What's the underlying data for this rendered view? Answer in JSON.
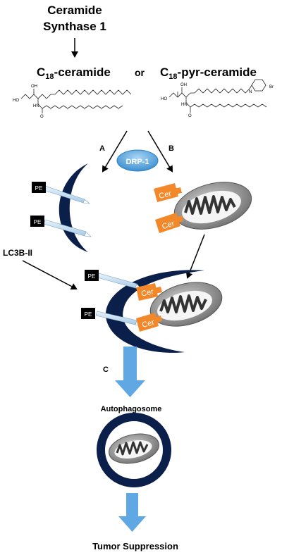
{
  "title": {
    "line1": "Ceramide",
    "line2": "Synthase 1"
  },
  "ceramide_left": {
    "c": "C",
    "sub": "18",
    "rest": "-ceramide"
  },
  "or_label": "or",
  "ceramide_right": {
    "c": "C",
    "sub": "18",
    "rest": "-pyr-ceramide"
  },
  "struct_labels": {
    "oh": "OH",
    "ho": "HO",
    "hn": "HN",
    "o": "O",
    "n_plus": "N",
    "br": "Br"
  },
  "path_a": "A",
  "path_b": "B",
  "path_c": "C",
  "drp1": "DRP-1",
  "pe": "PE",
  "cer": "Cer",
  "lc3b": "LC3B-II",
  "autophagosome": "Autophagosome",
  "result": "Tumor Suppression",
  "colors": {
    "phagophore": "#0b1f4b",
    "cer_orange": "#f2882a",
    "drp1_blue": "#5aa7e0",
    "big_arrow": "#5fa8e4",
    "pe_box": "#000000"
  }
}
